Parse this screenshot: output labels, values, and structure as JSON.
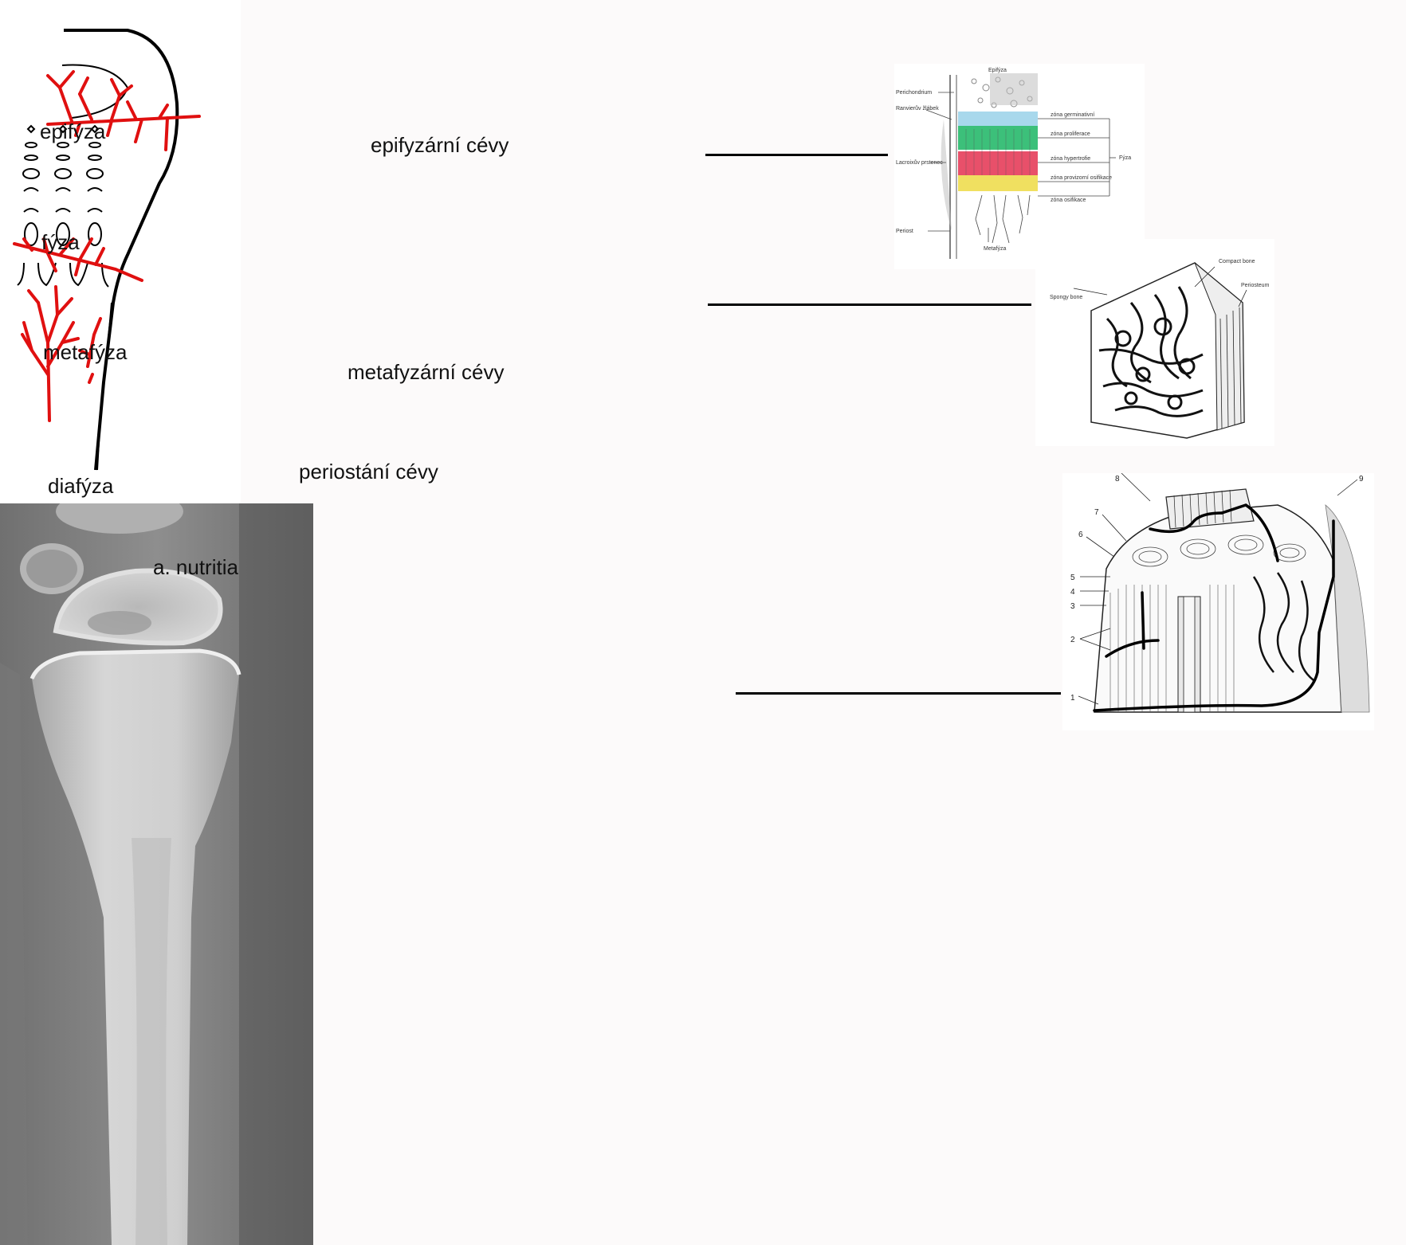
{
  "schema": {
    "labels": {
      "epiphysis": "epifýza",
      "physis": "fýza",
      "metaphysis": "metafýza",
      "diaphysis": "diafýza",
      "epiphyseal_vessels": "epifyzární cévy",
      "metaphyseal_vessels": "metafyzární cévy",
      "periosteal_vessels": "periostání cévy",
      "nutrient_artery": "a. nutritia"
    },
    "vessel_color": "#e01010",
    "outline_color": "#000000"
  },
  "xray": {
    "description_icon": "radiograph-image"
  },
  "growth_plate_panel": {
    "top_label": "Epifýza",
    "bottom_label": "Metafýza",
    "left_labels": [
      "Perichondrium",
      "Ranvierův žlábek",
      "Lacroixův prstenec",
      "Periost"
    ],
    "zones": [
      {
        "label": "zóna germinativní",
        "color": "#a8d8ec"
      },
      {
        "label": "zóna proliferace",
        "color": "#3cc07a"
      },
      {
        "label": "zóna hypertrofie",
        "color": "#e8506a"
      },
      {
        "label": "zóna provizorní osifikace",
        "color": "#f0e060"
      },
      {
        "label": "zóna osifikace",
        "color": "#ffffff"
      }
    ],
    "bracket_label": "Fýza"
  },
  "bone_block_panel": {
    "labels": [
      "Compact bone",
      "Periosteum",
      "Spongy bone"
    ]
  },
  "osteon_panel": {
    "numbers": [
      "1",
      "2",
      "3",
      "4",
      "5",
      "6",
      "7",
      "8",
      "9"
    ]
  }
}
